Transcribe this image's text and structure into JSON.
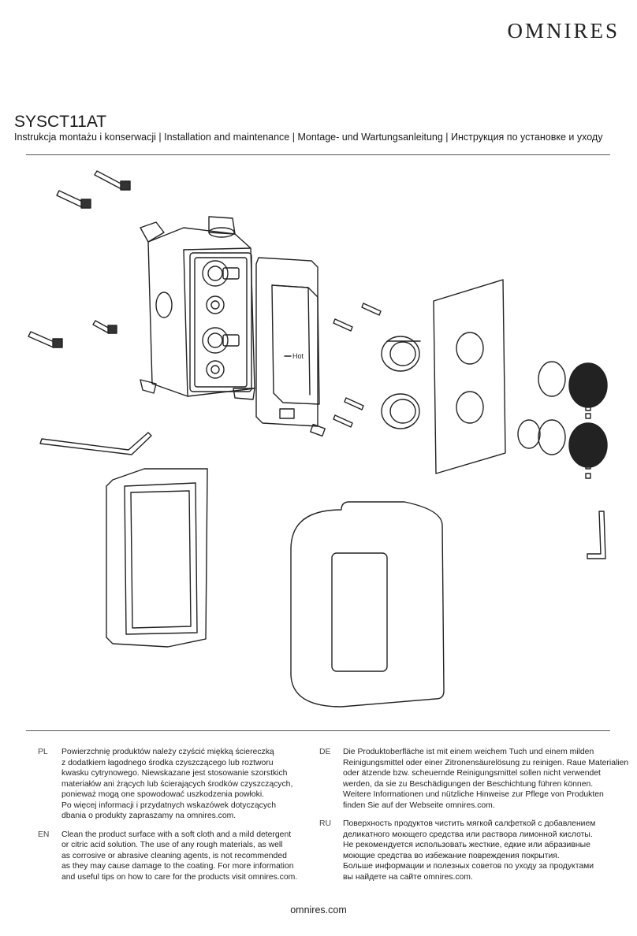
{
  "brand": "OMNIRES",
  "model": "SYSCT11AT",
  "subtitle": "Instrukcja montażu i konserwacji | Installation and maintenance | Montage- und Wartungsanleitung | Инструкция по установке и уходу",
  "diagram": {
    "label_hot": "Hot"
  },
  "instructions": {
    "left": [
      {
        "code": "PL",
        "text": "Powierzchnię produktów należy czyścić miękką ściereczką\nz dodatkiem łagodnego środka czyszczącego lub roztworu\nkwasku cytrynowego. Niewskazane jest stosowanie szorstkich\nmateriałów ani żrących lub ścierających środków czyszczących,\nponieważ mogą one spowodować uszkodzenia powłoki.\nPo więcej informacji i przydatnych wskazówek dotyczących\ndbania o produkty zapraszamy na omnires.com."
      },
      {
        "code": "EN",
        "text": "Clean the product surface with a soft cloth and a mild detergent\nor citric acid solution. The use of any rough materials, as well\nas corrosive or abrasive cleaning agents, is not recommended\nas they may cause damage to the coating. For more information\nand useful tips on how to care for the products visit omnires.com."
      }
    ],
    "right": [
      {
        "code": "DE",
        "text": "Die Produktoberfläche ist mit einem weichem Tuch und einem milden\nReinigungsmittel oder einer Zitronensäurelösung zu reinigen. Raue Materialien\noder ätzende bzw. scheuernde Reinigungsmittel sollen nicht verwendet\nwerden, da sie zu Beschädigungen der Beschichtung führen können.\nWeitere Informationen und nützliche Hinweise zur Pflege von Produkten\nfinden Sie auf der Webseite omnires.com."
      },
      {
        "code": "RU",
        "text": "Поверхность продуктов чистить мягкой салфеткой с добавлением\nделикатного моющего средства или раствора лимонной кислоты.\nНе рекомендуется использовать жесткие, едкие или абразивные\nмоющие средства во избежание повреждения покрытия.\nБольше информации и полезных советов по уходу за продуктами\nвы найдете на сайте omnires.com."
      }
    ]
  },
  "footer": "omnires.com"
}
